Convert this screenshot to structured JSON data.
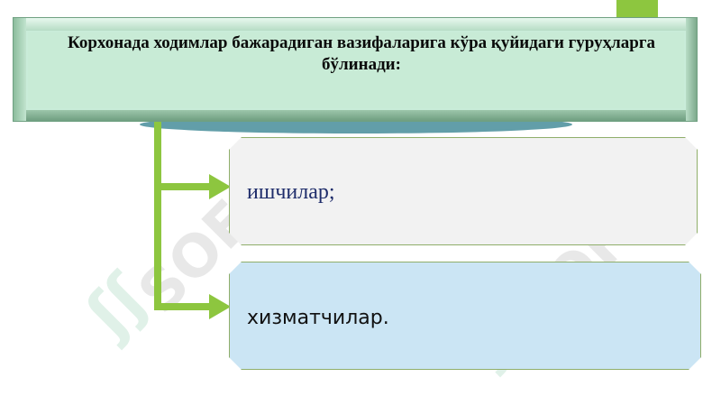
{
  "title": "Корхонада ходимлар бажарадиган вазифаларига кўра қуйидаги гуруҳларга бўлинади:",
  "items": [
    "ишчилар;",
    "хизматчилар."
  ],
  "watermark": "SOFF",
  "colors": {
    "title_fill": "#c8ebd6",
    "connector": "#8dc63f",
    "item_1_fill": "#f2f2f2",
    "item_2_fill": "#cbe5f4",
    "item_border": "#8fae6a",
    "shadow_teal": "#2e7d8c"
  }
}
